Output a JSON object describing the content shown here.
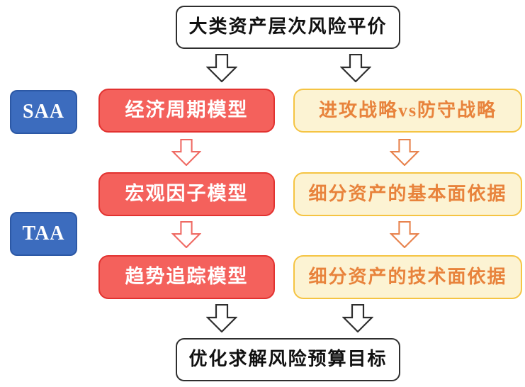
{
  "diagram": {
    "title_box": "大类资产层次风险平价",
    "bottom_box": "优化求解风险预算目标",
    "side_labels": {
      "saa": "SAA",
      "taa": "TAA"
    },
    "left_column": [
      "经济周期模型",
      "宏观因子模型",
      "趋势追踪模型"
    ],
    "right_column": [
      "进攻战略vs防守战略",
      "细分资产的基本面依据",
      "细分资产的技术面依据"
    ]
  },
  "icons": {
    "arrow": "block-arrow-down"
  },
  "colors": {
    "black-line": "#2e2e2e",
    "red-fill": "#f4615c",
    "red-border": "#e23230",
    "red-arrow": "#ef6a63",
    "yellow-fill": "#fcf3d3",
    "gold-border": "#f5c443",
    "orange-text": "#e8833c",
    "orange-arrow": "#e8834e",
    "blue-fill": "#3c6cbe",
    "blue-border": "#2c58a5"
  }
}
